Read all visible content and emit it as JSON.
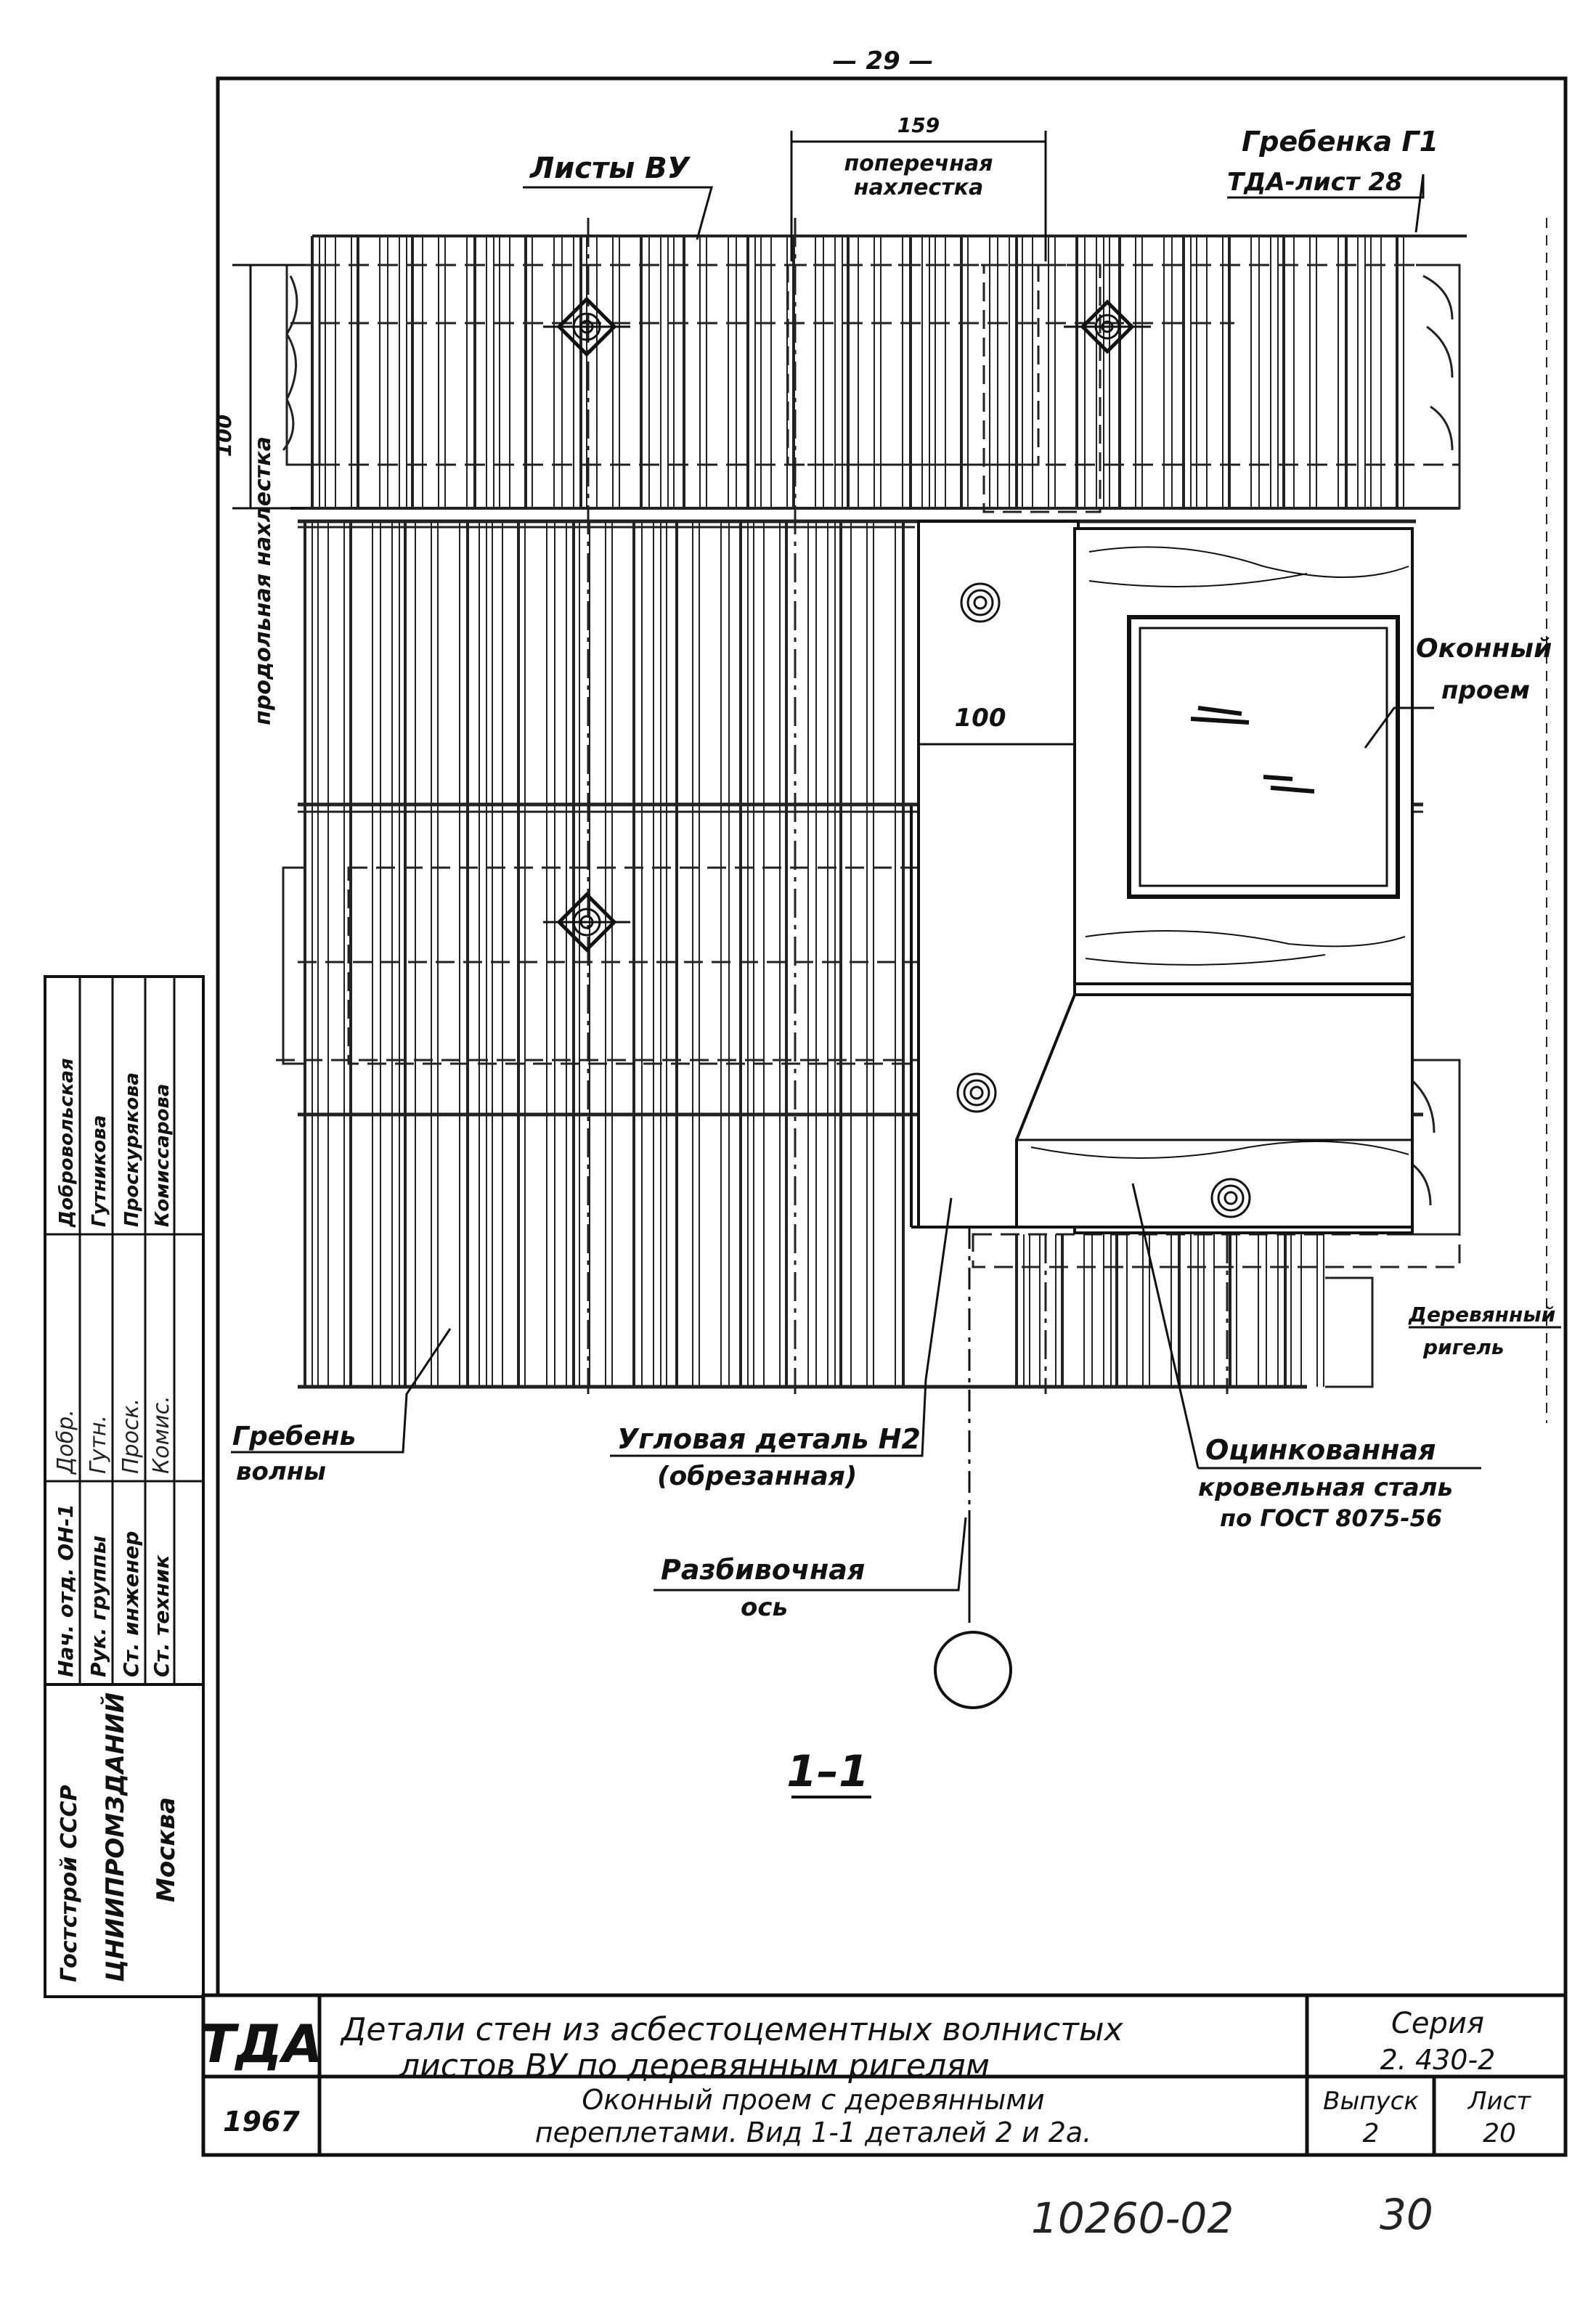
{
  "page_number": "— 29 —",
  "labels": {
    "sheets": "Листы ВУ",
    "transverse_dim": "159",
    "transverse_1": "поперечная",
    "transverse_2": "нахлестка",
    "comb_1": "Гребенка Г1",
    "comb_2": "ТДА-лист 28",
    "longitudinal_dim": "100",
    "longitudinal": "продольная нахлестка",
    "window_1": "Оконный",
    "window_2": "проем",
    "dim_100": "100",
    "beam_1": "Деревянный",
    "beam_2": "ригель",
    "ridge_1": "Гребень",
    "ridge_2": "волны",
    "corner_1": "Угловая деталь Н2",
    "corner_2": "(обрезанная)",
    "steel_1": "Оцинкованная",
    "steel_2": "кровельная сталь",
    "steel_3": "по ГОСТ 8075-56",
    "axis_1": "Разбивочная",
    "axis_2": "ось",
    "section": "1–1"
  },
  "side_stamp": {
    "org_1": "Гостстрой СССР",
    "org_2": "ЦНИИПРОМЗДАНИЙ",
    "org_3": "Москва",
    "roles": [
      "Нач. отд. ОН-1",
      "Рук. группы",
      "Ст. инженер",
      "Ст. техник"
    ],
    "names": [
      "Добровольская",
      "Гутникова",
      "Проскурякова",
      "Комиссарова"
    ],
    "signatures": [
      "Добр.",
      "Гутн.",
      "Проск.",
      "Комис."
    ]
  },
  "title_block": {
    "logo": "ТДА",
    "year": "1967",
    "title_1": "Детали стен из асбестоцементных волнистых",
    "title_2": "листов ВУ по деревянным ригелям",
    "subtitle_1": "Оконный проем с деревянными",
    "subtitle_2": "переплетами. Вид 1-1 деталей 2 и 2а.",
    "series_label": "Серия",
    "series_value": "2. 430-2",
    "issue_label": "Выпуск",
    "issue_value": "2",
    "sheet_label": "Лист",
    "sheet_value": "20"
  },
  "footer_code": "10260-02",
  "footer_page": "30"
}
